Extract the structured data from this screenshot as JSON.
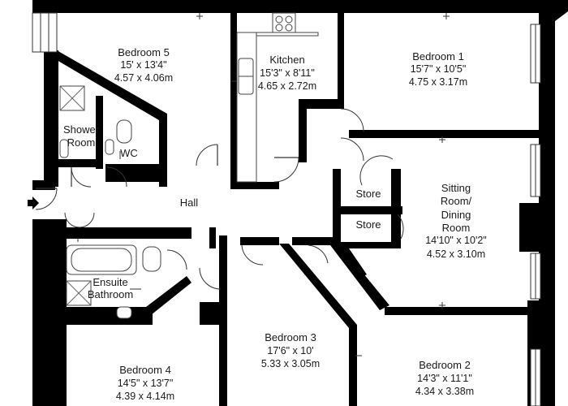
{
  "rooms": {
    "bedroom5": {
      "name": "Bedroom 5",
      "imperial": "15' x 13'4\"",
      "metric": "4.57 x 4.06m"
    },
    "kitchen": {
      "name": "Kitchen",
      "imperial": "15'3\" x 8'11\"",
      "metric": "4.65 x 2.72m"
    },
    "bedroom1": {
      "name": "Bedroom 1",
      "imperial": "15'7\" x 10'5\"",
      "metric": "4.75 x 3.17m"
    },
    "shower": {
      "line1": "Shower",
      "line2": "Room"
    },
    "wc": {
      "name": "WC"
    },
    "hall": {
      "name": "Hall"
    },
    "store1": {
      "name": "Store"
    },
    "store2": {
      "name": "Store"
    },
    "sitting": {
      "line1": "Sitting",
      "line2": "Room/",
      "line3": "Dining",
      "line4": "Room",
      "imperial": "14'10\" x 10'2\"",
      "metric": "4.52 x 3.10m"
    },
    "ensuite": {
      "line1": "Ensuite",
      "line2": "Bathroom"
    },
    "bedroom3": {
      "name": "Bedroom 3",
      "imperial": "17'6\" x 10'",
      "metric": "5.33 x 3.05m"
    },
    "bedroom4": {
      "name": "Bedroom 4",
      "imperial": "14'5\" x 13'7\"",
      "metric": "4.39 x 4.14m"
    },
    "bedroom2": {
      "name": "Bedroom 2",
      "imperial": "14'3\" x 11'1\"",
      "metric": "4.34 x 3.38m"
    }
  },
  "colors": {
    "wall": "#000000",
    "background": "#ffffff",
    "fixture_stroke": "#444444"
  }
}
